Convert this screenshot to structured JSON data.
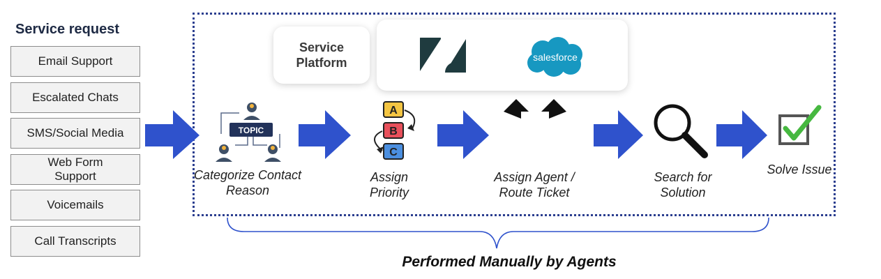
{
  "service_request": {
    "title": "Service request",
    "channels": [
      "Email Support",
      "Escalated Chats",
      "SMS/Social Media",
      "Web Form Support",
      "Voicemails",
      "Call Transcripts"
    ]
  },
  "platform": {
    "label": "Service Platform",
    "logos": [
      {
        "name": "Zendesk",
        "icon": "zendesk-logo",
        "text": "",
        "color": "#1f3b3f"
      },
      {
        "name": "Salesforce",
        "icon": "salesforce-logo",
        "text": "salesforce",
        "color": "#1798c1"
      }
    ]
  },
  "steps": [
    {
      "id": "categorize",
      "label": "Categorize Contact Reason",
      "icon": "topic-people-icon"
    },
    {
      "id": "priority",
      "label": "Assign Priority",
      "icon": "abc-priority-icon"
    },
    {
      "id": "route",
      "label": "Assign Agent / Route Ticket",
      "icon": "split-arrows-icon"
    },
    {
      "id": "search",
      "label": "Search for Solution",
      "icon": "magnifier-icon"
    },
    {
      "id": "solve",
      "label": "Solve Issue",
      "icon": "checkbox-icon"
    }
  ],
  "topic_badge": "TOPIC",
  "priority_letters": [
    "A",
    "B",
    "C"
  ],
  "caption": "Performed Manually by Agents",
  "colors": {
    "arrow": "#2f52cc",
    "frame": "#2b3e8f",
    "brace": "#2f52cc",
    "check": "#46b840",
    "priority_a": "#f4c542",
    "priority_b": "#e8505b",
    "priority_c": "#4b8fe0"
  }
}
